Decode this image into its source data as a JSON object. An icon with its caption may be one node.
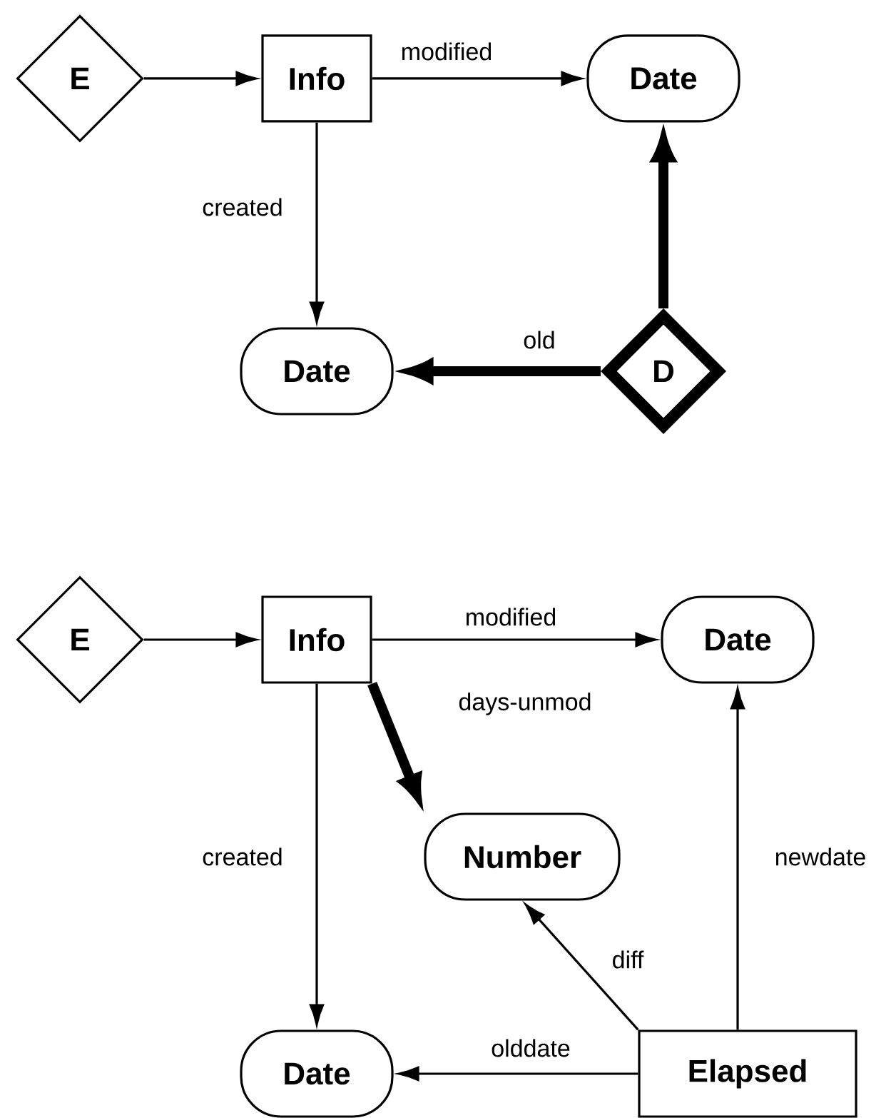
{
  "diagram": {
    "nodes": [
      {
        "text": [
          "E"
        ]
      },
      {
        "text": [
          "Info"
        ]
      },
      {
        "text": [
          "Date"
        ]
      },
      {
        "text": [
          "Date"
        ]
      },
      {
        "text": [
          "D"
        ]
      },
      {
        "text": [
          "E"
        ]
      },
      {
        "text": [
          "Info"
        ]
      },
      {
        "text": [
          "Date"
        ]
      },
      {
        "text": [
          "Number"
        ]
      },
      {
        "text": [
          "Date"
        ]
      },
      {
        "text": [
          "Elapsed"
        ]
      }
    ],
    "edges": [
      {
        "from": 0,
        "to": 1,
        "arrow": "to"
      },
      {
        "from": 1,
        "to": 2,
        "arrow": "to",
        "label": "modified"
      },
      {
        "from": 1,
        "to": 3,
        "arrow": "to",
        "label": "created"
      },
      {
        "from": 4,
        "to": 2,
        "arrow": "to",
        "style": "thick"
      },
      {
        "from": 4,
        "to": 3,
        "arrow": "to",
        "label": "old",
        "style": "thick"
      },
      {
        "from": 5,
        "to": 6,
        "arrow": "to"
      },
      {
        "from": 6,
        "to": 7,
        "arrow": "to",
        "label": "modified"
      },
      {
        "from": 6,
        "to": 8,
        "arrow": "to",
        "label": "days-unmod",
        "style": "thick"
      },
      {
        "from": 6,
        "to": 9,
        "arrow": "to",
        "label": "created"
      },
      {
        "from": 10,
        "to": 8,
        "arrow": "to",
        "label": "diff"
      },
      {
        "from": 10,
        "to": 9,
        "arrow": "to",
        "label": "olddate"
      },
      {
        "from": 10,
        "to": 7,
        "arrow": "to",
        "label": "newdate"
      }
    ]
  }
}
